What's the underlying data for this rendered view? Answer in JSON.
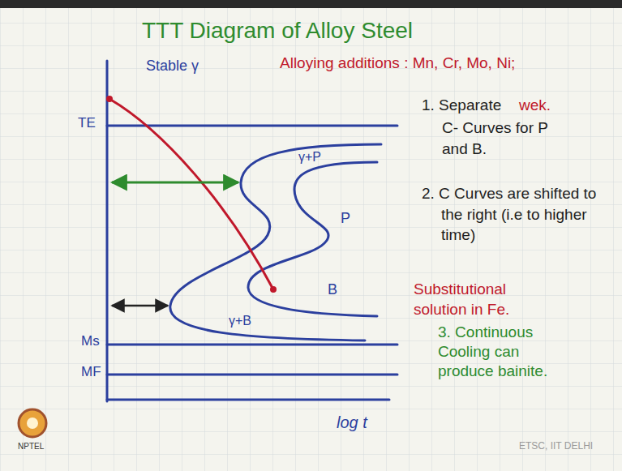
{
  "diagram": {
    "title": "TTT Diagram of Alloy Steel",
    "labels": [
      "Stable γ",
      "Alloying additions : Mn, Cr, Mo, Ni;",
      "TE",
      "γ+P",
      "P",
      "B",
      "γ+B",
      "Ms",
      "MF",
      "log t",
      "1. Separate",
      "wek.",
      "C- Curves for P and B.",
      "2. C Curves are shifted to the right (i.e to higher time)",
      "Substitutional solution in Fe.",
      "3. Continuous Cooling can produce bainite.",
      "ETSC, IIT DELHI",
      "NPTEL"
    ]
  }
}
